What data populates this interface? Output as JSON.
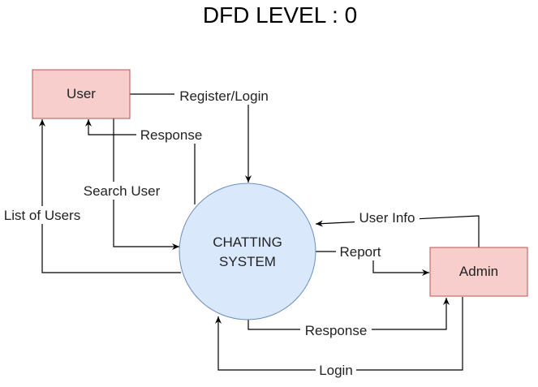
{
  "title": "DFD LEVEL : 0",
  "colors": {
    "entity_fill": "#f8cecc",
    "entity_stroke": "#b85450",
    "process_fill": "#dae8fc",
    "process_stroke": "#6c8ebf",
    "line": "#000000"
  },
  "entities": {
    "user": "User",
    "admin": "Admin"
  },
  "process": {
    "line1": "CHATTING",
    "line2": "SYSTEM"
  },
  "flows": {
    "register_login": "Register/Login",
    "response_user": "Response",
    "search_user": "Search User",
    "list_of_users": "List of Users",
    "user_info": "User Info",
    "report": "Report",
    "response_admin": "Response",
    "login": "Login"
  }
}
